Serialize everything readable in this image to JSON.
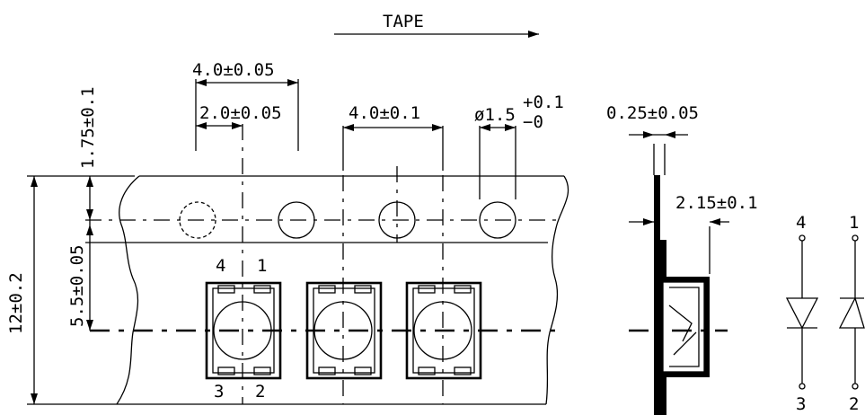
{
  "title": "TAPE",
  "dimensions": {
    "pitch_outer": "4.0±0.05",
    "pitch_half": "2.0±0.05",
    "pocket_pitch": "4.0±0.1",
    "hole_diameter": "ø1.5",
    "hole_tol_plus": "+0.1",
    "hole_tol_minus": "−0",
    "edge_offset": "1.75±0.1",
    "center_offset": "5.5±0.05",
    "tape_width": "12±0.2",
    "thickness": "0.25±0.05",
    "pocket_depth": "2.15±0.1"
  },
  "pins": {
    "top_left": "4",
    "top_right": "1",
    "bottom_left": "3",
    "bottom_right": "2",
    "diode_a_top": "4",
    "diode_a_bottom": "3",
    "diode_b_top": "1",
    "diode_b_bottom": "2"
  }
}
